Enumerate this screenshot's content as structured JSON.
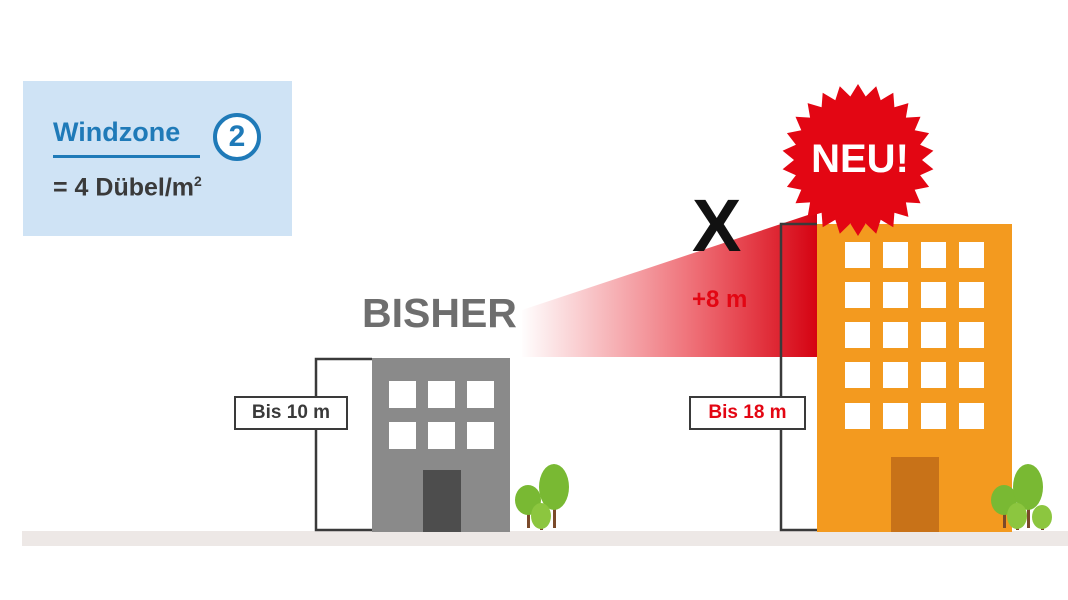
{
  "windzone": {
    "title": "Windzone",
    "number": "2",
    "dowel_text": "= 4 Dübel/m",
    "dowel_exp": "2"
  },
  "labels": {
    "bisher": "BISHER",
    "neu": "NEU!",
    "x_mark": "X",
    "plus": "+8 m",
    "height_old": "Bis 10 m",
    "height_new": "Bis 18 m"
  },
  "colors": {
    "accent_blue": "#1f7ab8",
    "info_bg": "#cfe3f5",
    "highlight_red": "#e30613",
    "old_building": "#8a8a8a",
    "new_building": "#f39a1f",
    "ground": "#ede8e6"
  },
  "icons": [
    "tree-icon",
    "starburst-icon",
    "building-icon"
  ]
}
